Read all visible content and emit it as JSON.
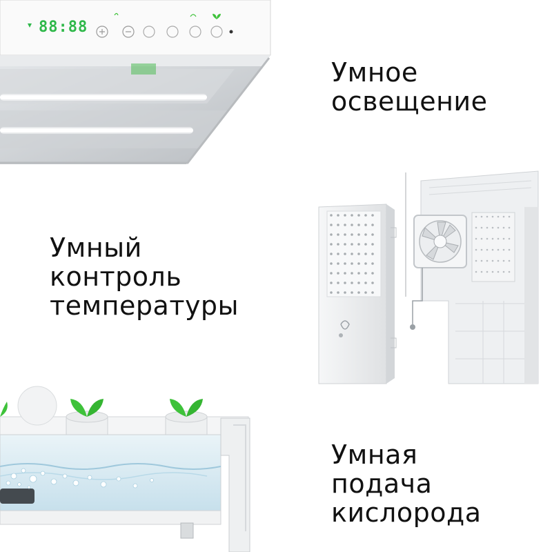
{
  "panel": {
    "display": "88:88"
  },
  "features": {
    "lighting": [
      "Умное",
      "освещение"
    ],
    "temperature": [
      "Умный",
      "контроль",
      "температуры"
    ],
    "oxygen": [
      "Умная",
      "подача",
      "кислорода"
    ]
  },
  "colors": {
    "led_display": "#2fb84a",
    "sprout": "#3ec23a",
    "water": "#cfe7f2",
    "device_body": "#eceef0",
    "text": "#111111"
  }
}
